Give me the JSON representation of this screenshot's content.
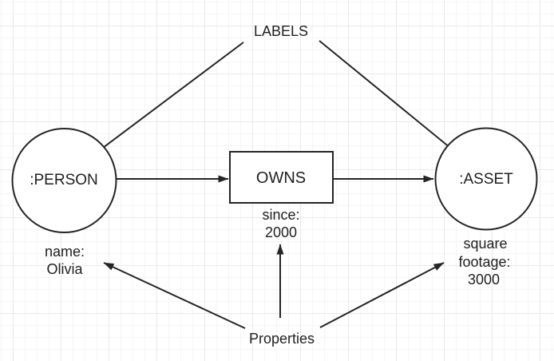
{
  "canvas": {
    "labels_caption": "LABELS",
    "properties_caption": "Properties",
    "nodes": {
      "person": {
        "label": ":PERSON"
      },
      "owns": {
        "label": "OWNS"
      },
      "asset": {
        "label": ":ASSET"
      }
    },
    "property_notes": {
      "person": {
        "lines": [
          "name:",
          "Olivia"
        ]
      },
      "owns": {
        "lines": [
          "since:",
          "2000"
        ]
      },
      "asset": {
        "lines": [
          "square",
          "footage:",
          "3000"
        ]
      }
    },
    "colors": {
      "stroke": "#242424",
      "shape_fill": "#ffffff",
      "text": "#1f1f1f",
      "grid_minor": "#f5f5f5",
      "grid_major": "#e9e9e9",
      "background": "#ffffff"
    }
  }
}
